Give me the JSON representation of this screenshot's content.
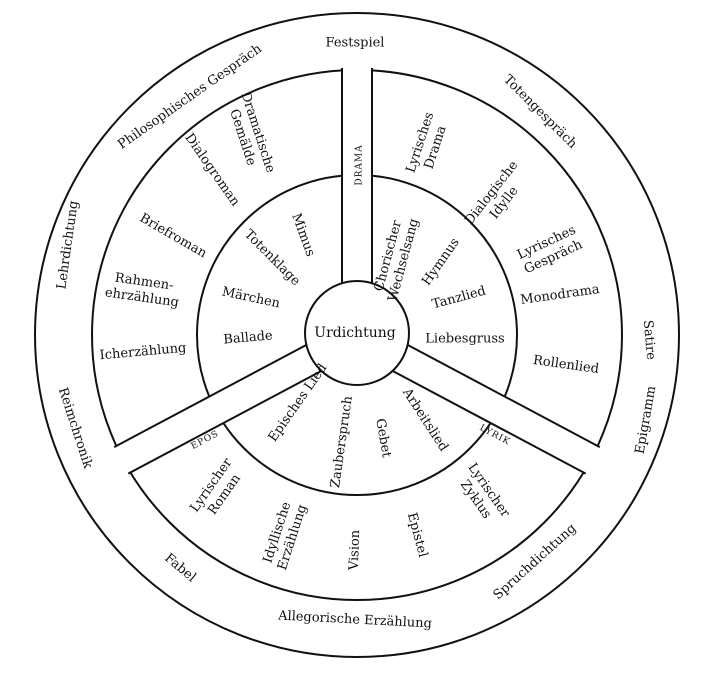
{
  "title": "Naturformen der Dichtung",
  "colors": {
    "ink": "#111111",
    "paper": "#ffffff"
  },
  "center": "Urdichtung",
  "spokes": {
    "drama": "DRAMA",
    "epos": "EPOS",
    "lyrik": "LYRIK"
  },
  "outer": {
    "festspiel": "Festspiel",
    "philosophisches_gespraech": "Philosophisches Gespräch",
    "totengespraech": "Totengespräch",
    "lehrdichtung": "Lehrdichtung",
    "satire": "Satire",
    "reimchronik": "Reimchronik",
    "epigramm": "Epigramm",
    "fabel": "Fabel",
    "spruchdichtung": "Spruchdichtung",
    "allegorische_erzaehlung": "Allegorische Erzählung"
  },
  "middle": {
    "dramatische_gemaelde": [
      "Dramatische",
      "Gemälde"
    ],
    "dialogroman": "Dialogroman",
    "briefroman": "Briefroman",
    "rahmenerzaehlung": [
      "Rahmen-",
      "ehrzählung"
    ],
    "icherzaehlung": "Icherzählung",
    "lyrisches_drama": [
      "Lyrisches",
      "Drama"
    ],
    "dialogische_idylle": [
      "Dialogische",
      "Idylle"
    ],
    "lyrisches_gespraech": [
      "Lyrisches",
      "Gespräch"
    ],
    "monodrama": "Monodrama",
    "rollenlied": "Rollenlied",
    "lyrischer_roman": [
      "Lyrischer",
      "Roman"
    ],
    "idyllische_erzaehlung": [
      "Idyllische",
      "Erzählung"
    ],
    "vision": "Vision",
    "epistel": "Epistel",
    "lyrischer_zyklus": [
      "Lyrischer",
      "Zyklus"
    ]
  },
  "inner": {
    "mimus": "Mimus",
    "totenklage": "Totenklage",
    "maerchen": "Märchen",
    "ballade": "Ballade",
    "chorischer_wechselsang": [
      "Chorischer",
      "Wechselsang"
    ],
    "hymnus": "Hymnus",
    "tanzlied": "Tanzlied",
    "liebesgruss": "Liebesgruss",
    "episches_lied": "Episches Lied",
    "zauberspruch": "Zauberspruch",
    "gebet": "Gebet",
    "arbeitslied": "Arbeitslied"
  }
}
